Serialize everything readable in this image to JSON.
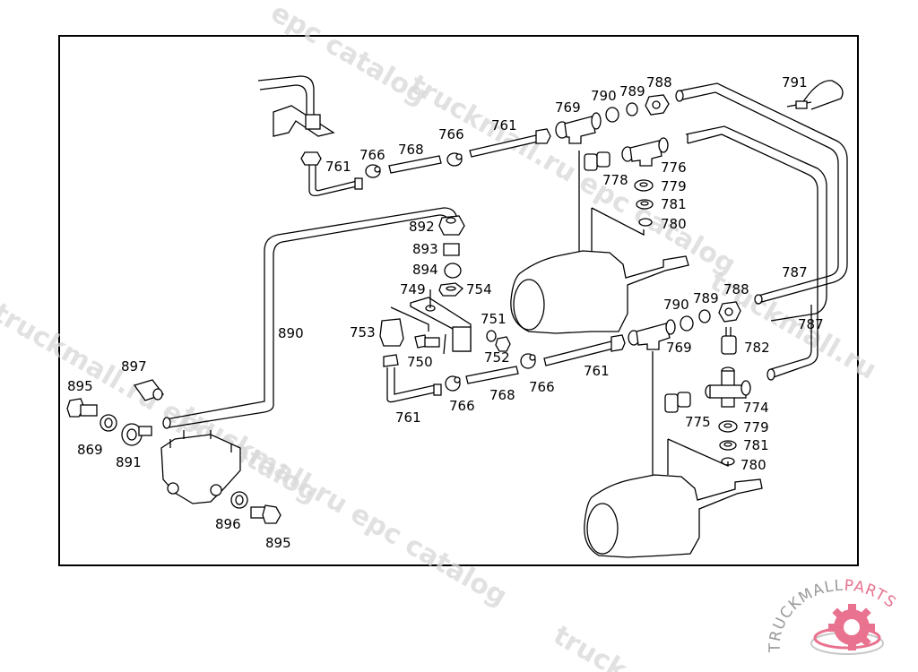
{
  "diagram": {
    "title": "",
    "labels": [
      {
        "id": "l761a",
        "text": "761"
      },
      {
        "id": "l766a",
        "text": "766"
      },
      {
        "id": "l768a",
        "text": "768"
      },
      {
        "id": "l766b",
        "text": "766"
      },
      {
        "id": "l761b",
        "text": "761"
      },
      {
        "id": "l769a",
        "text": "769"
      },
      {
        "id": "l790a",
        "text": "790"
      },
      {
        "id": "l789a",
        "text": "789"
      },
      {
        "id": "l788a",
        "text": "788"
      },
      {
        "id": "l791",
        "text": "791"
      },
      {
        "id": "l776",
        "text": "776"
      },
      {
        "id": "l778",
        "text": "778"
      },
      {
        "id": "l779a",
        "text": "779"
      },
      {
        "id": "l781a",
        "text": "781"
      },
      {
        "id": "l780a",
        "text": "780"
      },
      {
        "id": "l892",
        "text": "892"
      },
      {
        "id": "l893",
        "text": "893"
      },
      {
        "id": "l894",
        "text": "894"
      },
      {
        "id": "l749",
        "text": "749"
      },
      {
        "id": "l754",
        "text": "754"
      },
      {
        "id": "l751",
        "text": "751"
      },
      {
        "id": "l753",
        "text": "753"
      },
      {
        "id": "l750",
        "text": "750"
      },
      {
        "id": "l752",
        "text": "752"
      },
      {
        "id": "l761c",
        "text": "761"
      },
      {
        "id": "l766c",
        "text": "766"
      },
      {
        "id": "l768b",
        "text": "768"
      },
      {
        "id": "l766d",
        "text": "766"
      },
      {
        "id": "l761d",
        "text": "761"
      },
      {
        "id": "l790b",
        "text": "790"
      },
      {
        "id": "l789b",
        "text": "789"
      },
      {
        "id": "l788b",
        "text": "788"
      },
      {
        "id": "l769b",
        "text": "769"
      },
      {
        "id": "l782",
        "text": "782"
      },
      {
        "id": "l787a",
        "text": "787"
      },
      {
        "id": "l787b",
        "text": "787"
      },
      {
        "id": "l774",
        "text": "774"
      },
      {
        "id": "l775",
        "text": "775"
      },
      {
        "id": "l779b",
        "text": "779"
      },
      {
        "id": "l781b",
        "text": "781"
      },
      {
        "id": "l780b",
        "text": "780"
      },
      {
        "id": "l890",
        "text": "890"
      },
      {
        "id": "l897",
        "text": "897"
      },
      {
        "id": "l895a",
        "text": "895"
      },
      {
        "id": "l869",
        "text": "869"
      },
      {
        "id": "l891",
        "text": "891"
      },
      {
        "id": "l896",
        "text": "896"
      },
      {
        "id": "l895b",
        "text": "895"
      }
    ]
  },
  "watermarks": {
    "w1": "epc catalog",
    "w2": "truckmall.ru epc catalog",
    "w3": "truckmall.ru epc catalog",
    "w4": "truckmall.ru epc catalog",
    "w5": "truckmall.ru"
  },
  "logo": {
    "text_main": "TRUCKMALL",
    "text_accent": "PARTS",
    "accent_color": "#e8728f",
    "gray_color": "#9a9a9a"
  }
}
